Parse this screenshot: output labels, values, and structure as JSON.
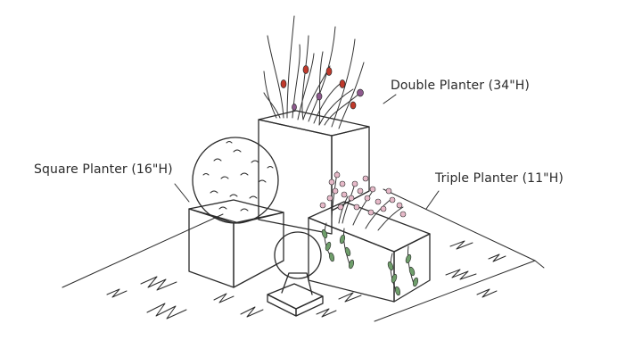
{
  "labels": {
    "double_planter": "Double Planter (34\"H)",
    "square_planter": "Square Planter (16\"H)",
    "triple_planter": "Triple Planter (11\"H)"
  },
  "colors": {
    "ink": "#2b2b2b",
    "planter_light": "#eeeeee",
    "planter_dark": "#4a4a4a",
    "topiary_green": "#cdeecb",
    "flower_red": "#c0392b",
    "flower_purple": "#8e5a8e",
    "blossom_pink": "#e6b9c8",
    "leaf_green": "#6f9e6b"
  }
}
